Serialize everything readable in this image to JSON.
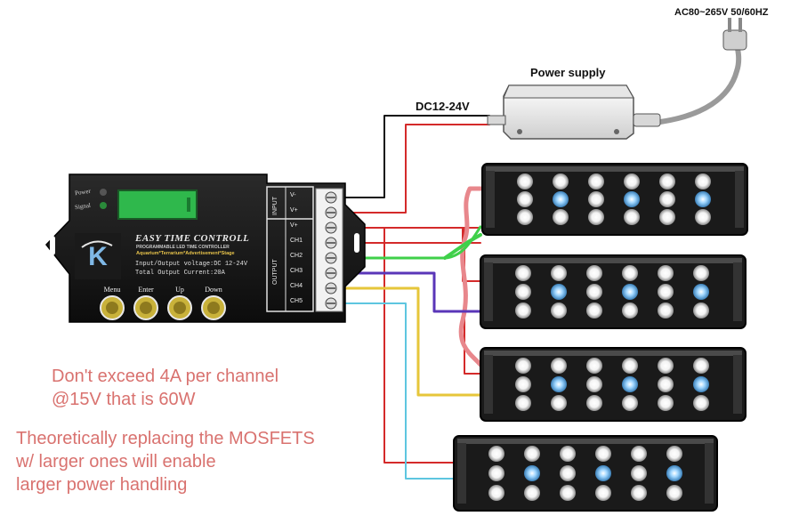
{
  "mains_label": "AC80~265V 50/60HZ",
  "power_supply_label": "Power supply",
  "dc_label": "DC12-24V",
  "controller": {
    "title": "EASY TIME CONTROLL",
    "subtitle": "PROGRAMMABLE LED TIME CONTROLLER",
    "applications": "Aquarium*Terrarium*Advertisement*Stage",
    "spec_voltage": "Input/Output voltage:DC 12-24V",
    "spec_current": "Total Output Current:20A",
    "indicator_power": "Power",
    "indicator_signal": "Signal",
    "buttons": [
      "Menu",
      "Enter",
      "Up",
      "Down"
    ],
    "input_group": "INPUT",
    "output_group": "OUTPUT",
    "terminals": [
      "V-",
      "V+",
      "V+",
      "CH1",
      "CH2",
      "CH3",
      "CH4",
      "CH5"
    ]
  },
  "wire_colors": {
    "neg": "#111111",
    "pos": "#d42a2a",
    "ch1": "#e8878c",
    "ch2": "#3fd04a",
    "ch3": "#5a36b8",
    "ch4": "#e6c63a",
    "ch5": "#5ec6e0"
  },
  "note_lines": [
    "Don't exceed 4A per channel",
    "@15V that is 60W",
    "Theoretically replacing the MOSFETS",
    "w/ larger ones will enable",
    "larger power handling"
  ]
}
